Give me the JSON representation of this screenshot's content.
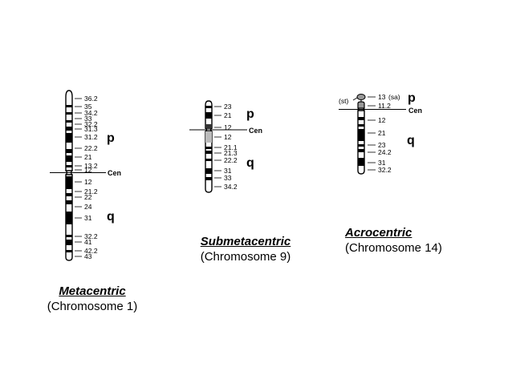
{
  "chromosomes": [
    {
      "id": "metacentric",
      "title": "Metacentric",
      "subtitle": "(Chromosome 1)",
      "p_label": "p",
      "q_label": "q",
      "cen_label": "Cen",
      "band_labels": [
        "36.2",
        "35",
        "34.2",
        "33",
        "32.2",
        "31.3",
        "31.2",
        "22.2",
        "21",
        "13.2",
        "12",
        "12",
        "21.2",
        "22",
        "24",
        "31",
        "32.2",
        "41",
        "42.2",
        "43"
      ]
    },
    {
      "id": "submetacentric",
      "title": "Submetacentric",
      "subtitle": "(Chromosome 9)",
      "p_label": "p",
      "q_label": "q",
      "cen_label": "Cen",
      "band_labels": [
        "23",
        "21",
        "12",
        "12",
        "21.1",
        "21.3",
        "22.2",
        "31",
        "33",
        "34.2"
      ]
    },
    {
      "id": "acrocentric",
      "title": "Acrocentric",
      "subtitle": "(Chromosome 14)",
      "p_label": "p",
      "q_label": "q",
      "cen_label": "Cen",
      "satellite_label": "(st)",
      "band_labels": [
        "13",
        "(sa)",
        "11.2",
        "12",
        "21",
        "23",
        "24.2",
        "31",
        "32.2"
      ]
    }
  ]
}
